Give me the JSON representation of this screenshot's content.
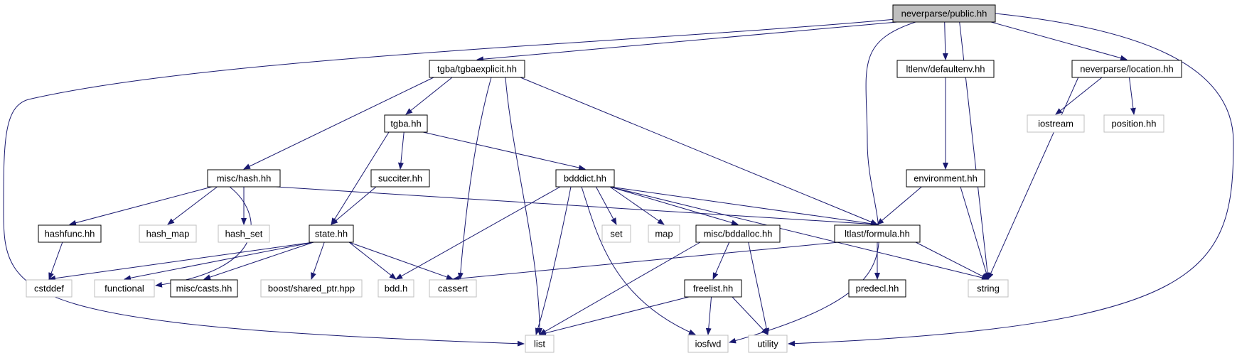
{
  "graph": {
    "colors": {
      "edge": "#191970",
      "root_fill": "#bfbfbf",
      "external_border": "#bfbfbf",
      "local_border": "#000000"
    },
    "nodes": [
      {
        "id": "public",
        "label": "neverparse/public.hh",
        "kind": "root"
      },
      {
        "id": "tgbaexplicit",
        "label": "tgba/tgbaexplicit.hh",
        "kind": "local"
      },
      {
        "id": "defaultenv",
        "label": "ltlenv/defaultenv.hh",
        "kind": "local"
      },
      {
        "id": "location",
        "label": "neverparse/location.hh",
        "kind": "local"
      },
      {
        "id": "tgba",
        "label": "tgba.hh",
        "kind": "local"
      },
      {
        "id": "iostream",
        "label": "iostream",
        "kind": "external"
      },
      {
        "id": "position",
        "label": "position.hh",
        "kind": "external"
      },
      {
        "id": "hash",
        "label": "misc/hash.hh",
        "kind": "local"
      },
      {
        "id": "succiter",
        "label": "succiter.hh",
        "kind": "local"
      },
      {
        "id": "bdddict",
        "label": "bdddict.hh",
        "kind": "local"
      },
      {
        "id": "environment",
        "label": "environment.hh",
        "kind": "local"
      },
      {
        "id": "hashfunc",
        "label": "hashfunc.hh",
        "kind": "local"
      },
      {
        "id": "hash_map",
        "label": "hash_map",
        "kind": "external"
      },
      {
        "id": "hash_set",
        "label": "hash_set",
        "kind": "external"
      },
      {
        "id": "state",
        "label": "state.hh",
        "kind": "local"
      },
      {
        "id": "set",
        "label": "set",
        "kind": "external"
      },
      {
        "id": "map",
        "label": "map",
        "kind": "external"
      },
      {
        "id": "bddalloc",
        "label": "misc/bddalloc.hh",
        "kind": "local"
      },
      {
        "id": "formula",
        "label": "ltlast/formula.hh",
        "kind": "local"
      },
      {
        "id": "cstddef",
        "label": "cstddef",
        "kind": "external"
      },
      {
        "id": "functional",
        "label": "functional",
        "kind": "external"
      },
      {
        "id": "casts",
        "label": "misc/casts.hh",
        "kind": "local"
      },
      {
        "id": "shared_ptr",
        "label": "boost/shared_ptr.hpp",
        "kind": "external"
      },
      {
        "id": "bddh",
        "label": "bdd.h",
        "kind": "external"
      },
      {
        "id": "cassert",
        "label": "cassert",
        "kind": "external"
      },
      {
        "id": "freelist",
        "label": "freelist.hh",
        "kind": "local"
      },
      {
        "id": "predecl",
        "label": "predecl.hh",
        "kind": "local"
      },
      {
        "id": "string",
        "label": "string",
        "kind": "external"
      },
      {
        "id": "list",
        "label": "list",
        "kind": "external"
      },
      {
        "id": "iosfwd",
        "label": "iosfwd",
        "kind": "external"
      },
      {
        "id": "utility",
        "label": "utility",
        "kind": "external"
      }
    ],
    "edges": [
      [
        "public",
        "tgbaexplicit"
      ],
      [
        "public",
        "defaultenv"
      ],
      [
        "public",
        "location"
      ],
      [
        "public",
        "string"
      ],
      [
        "public",
        "list"
      ],
      [
        "public",
        "iosfwd"
      ],
      [
        "public",
        "utility"
      ],
      [
        "tgbaexplicit",
        "tgba"
      ],
      [
        "tgbaexplicit",
        "hash"
      ],
      [
        "tgbaexplicit",
        "cassert"
      ],
      [
        "tgbaexplicit",
        "list"
      ],
      [
        "tgbaexplicit",
        "formula"
      ],
      [
        "defaultenv",
        "environment"
      ],
      [
        "location",
        "iostream"
      ],
      [
        "location",
        "position"
      ],
      [
        "location",
        "string"
      ],
      [
        "tgba",
        "state"
      ],
      [
        "tgba",
        "succiter"
      ],
      [
        "tgba",
        "bdddict"
      ],
      [
        "hash",
        "hashfunc"
      ],
      [
        "hash",
        "hash_map"
      ],
      [
        "hash",
        "hash_set"
      ],
      [
        "hash",
        "functional"
      ],
      [
        "hash",
        "formula"
      ],
      [
        "succiter",
        "state"
      ],
      [
        "bdddict",
        "set"
      ],
      [
        "bdddict",
        "map"
      ],
      [
        "bdddict",
        "bddalloc"
      ],
      [
        "bdddict",
        "formula"
      ],
      [
        "bdddict",
        "bddh"
      ],
      [
        "bdddict",
        "list"
      ],
      [
        "bdddict",
        "iosfwd"
      ],
      [
        "bdddict",
        "string"
      ],
      [
        "environment",
        "formula"
      ],
      [
        "environment",
        "string"
      ],
      [
        "hashfunc",
        "cstddef"
      ],
      [
        "state",
        "cstddef"
      ],
      [
        "state",
        "functional"
      ],
      [
        "state",
        "casts"
      ],
      [
        "state",
        "shared_ptr"
      ],
      [
        "state",
        "bddh"
      ],
      [
        "state",
        "cassert"
      ],
      [
        "bddalloc",
        "freelist"
      ],
      [
        "bddalloc",
        "list"
      ],
      [
        "bddalloc",
        "utility"
      ],
      [
        "formula",
        "predecl"
      ],
      [
        "formula",
        "string"
      ],
      [
        "formula",
        "cassert"
      ],
      [
        "freelist",
        "list"
      ],
      [
        "freelist",
        "iosfwd"
      ],
      [
        "freelist",
        "utility"
      ]
    ]
  }
}
